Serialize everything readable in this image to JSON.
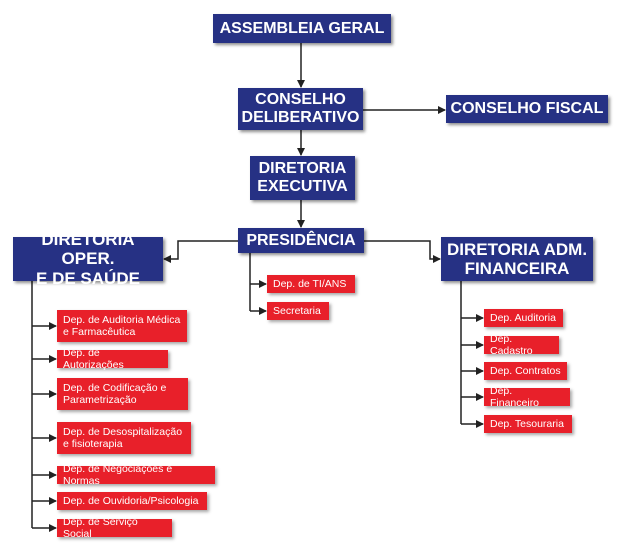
{
  "colors": {
    "primary": "#263184",
    "department": "#e8202a",
    "connector": "#222222"
  },
  "nodes": {
    "assembleia": "ASSEMBLEIA GERAL",
    "conselho_deliberativo": "CONSELHO\nDELIBERATIVO",
    "conselho_fiscal": "CONSELHO FISCAL",
    "diretoria_executiva": "DIRETORIA\nEXECUTIVA",
    "presidencia": "PRESIDÊNCIA",
    "diretoria_oper": "DIRETORIA OPER.\nE DE SAÚDE",
    "diretoria_adm": "DIRETORIA ADM.\nFINANCEIRA"
  },
  "presidencia_deps": [
    "Dep. de TI/ANS",
    "Secretaria"
  ],
  "oper_deps": [
    "Dep. de Auditoria Médica\ne Farmacêutica",
    "Dep. de Autorizações",
    "Dep. de Codificação e\nParametrização",
    "Dep. de Desospitalização\ne fisioterapia",
    "Dep. de Negociações e Normas",
    "Dep. de Ouvidoria/Psicologia",
    "Dep. de Serviço Social"
  ],
  "adm_deps": [
    "Dep. Auditoria",
    "Dep. Cadastro",
    "Dep. Contratos",
    "Dep. Financeiro",
    "Dep. Tesouraria"
  ]
}
